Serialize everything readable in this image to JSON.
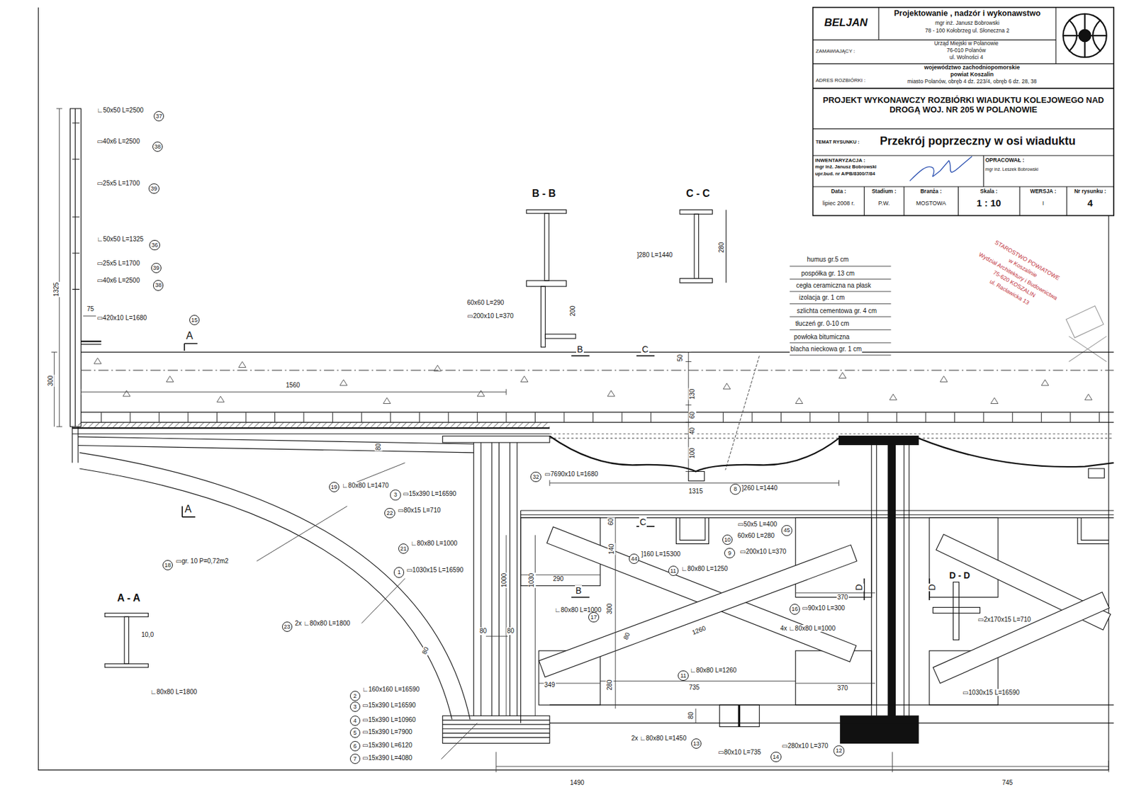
{
  "diagram": {
    "nodes": [
      {
        "text": [
          "BELJAN"
        ]
      },
      {
        "text": [
          "Projektowanie , nadzór i wykonawstwo",
          "mgr inż. Janusz Bobrowski",
          "78 - 100 Kołobrzeg ul. Słoneczna 2"
        ]
      },
      {
        "text": [
          "ZAMAWIAJĄCY :",
          "Urząd Miejski w Polanowie",
          "76-010 Polanów",
          "ul. Wolności 4"
        ]
      },
      {
        "text": [
          "ADRES ROZBIÓRKI :",
          "województwo zachodniopomorskie",
          "powiat Koszalin",
          "miasto Polanów, obręb 4 dz. 223/4, obręb 6 dz. 28, 38"
        ]
      },
      {
        "text": [
          "PROJEKT WYKONAWCZY ROZBIÓRKI WIADUKTU KOLEJOWEGO NAD DROGĄ WOJ. NR 205 W POLANOWIE"
        ]
      },
      {
        "text": [
          "TEMAT RYSUNKU :",
          "Przekrój poprzeczny w osi wiaduktu"
        ]
      },
      {
        "text": [
          "INWENTARYZACJA :",
          "mgr inż. Janusz Bobrowski",
          "upr.bud. nr A/PB/8300/7/84"
        ]
      },
      {
        "text": [
          "OPRACOWAŁ :",
          "mgr inż. Leszek Bobrowski"
        ]
      },
      {
        "text": [
          "Data :",
          "lipiec 2008 r."
        ]
      },
      {
        "text": [
          "Stadium :",
          "P.W."
        ]
      },
      {
        "text": [
          "Branża :",
          "MOSTOWA"
        ]
      },
      {
        "text": [
          "Skala :",
          "1 : 10"
        ]
      },
      {
        "text": [
          "WERSJA :",
          "I"
        ]
      },
      {
        "text": [
          "Nr rysunku :",
          "4"
        ]
      }
    ],
    "labels": [
      "∟50x50 L=2500",
      "37",
      "▭40x6 L=2500",
      "38",
      "▭25x5 L=1700",
      "39",
      "∟50x50 L=1325",
      "36",
      "▭25x5 L=1700",
      "39",
      "▭40x6 L=2500",
      "38",
      "1325",
      "75",
      "▭420x10 L=1680",
      "15",
      "300",
      "A",
      "1560",
      "B - B",
      "C - C",
      "60x60 L=290",
      "▭200x10 L=370",
      "200",
      "]280 L=1440",
      "280",
      "humus gr.5 cm",
      "pospółka gr. 13 cm",
      "cegła ceramiczna na płask",
      "izolacja gr. 1 cm",
      "szlichta cementowa gr. 4 cm",
      "tłuczeń gr. 0-10 cm",
      "powłoka bitumiczna",
      "blacha nieckowa gr. 1 cm",
      "B",
      "C",
      "50",
      "130",
      "60",
      "40",
      "100",
      "80",
      "∟80x80 L=1470",
      "19",
      "▭15x390 L=16590",
      "3",
      "▭7690x10 L=1680",
      "32",
      "1315",
      "]260 L=1440",
      "8",
      "▭80x15 L=710",
      "22",
      "A",
      "C",
      "60",
      "▭50x5 L=400",
      "45",
      "60x60 L=280",
      "10",
      "]160 L=15300",
      "44",
      "140",
      "▭200x10 L=370",
      "9",
      "∟80x80 L=1000",
      "21",
      "▭gr. 10 P=0,72m2",
      "18",
      "∟80x80 L=1250",
      "11",
      "▭1030x15 L=16590",
      "1",
      "1000",
      "1030",
      "290",
      "B",
      "D",
      "D",
      "D - D",
      "370",
      "▭90x10 L=300",
      "16",
      "∟80x80 L=1000",
      "17",
      "300",
      "▭2x170x15 L=710",
      "2x ∟80x80 L=1800",
      "23",
      "1260",
      "4x ∟80x80 L=1000",
      "80",
      "80",
      "80",
      "80",
      "A - A",
      "10,0",
      "∟80x80 L=1800",
      "∟80x80 L=1260",
      "11",
      "349",
      "735",
      "370",
      "280",
      "▭1030x15 L=16590",
      "∟160x160 L=16590",
      "2",
      "▭15x390 L=16590",
      "3",
      "▭15x390 L=10960",
      "4",
      "▭15x390 L=7900",
      "5",
      "▭15x390 L=6120",
      "6",
      "▭15x390 L=4080",
      "7",
      "80",
      "2x ∟80x80 L=1450",
      "13",
      "▭80x10 L=735",
      "14",
      "▭280x10 L=370",
      "12",
      "1490",
      "745",
      "STAROSTWO POWIATOWE",
      "w Koszalinie",
      "Wydział Architektury i Budownictwa",
      "75-620 KOSZALIN",
      "ul. Racławicka 13"
    ]
  }
}
